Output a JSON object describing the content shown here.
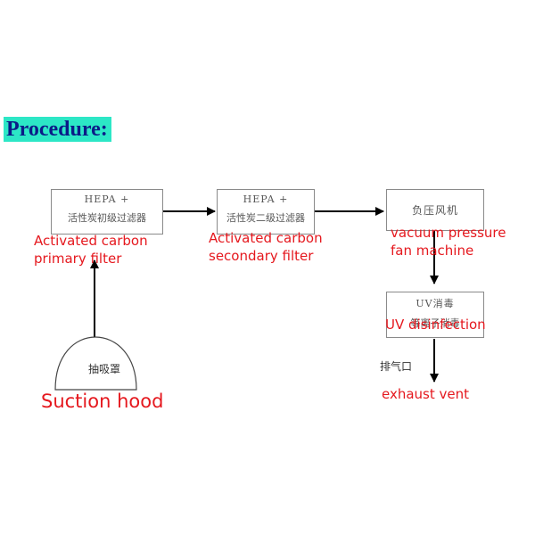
{
  "title": "Procedure:",
  "nodes": {
    "primary": {
      "cn_line1": "HEPA +",
      "cn_line2": "活性炭初级过滤器",
      "en_line1": "Activated carbon",
      "en_line2": "primary filter"
    },
    "secondary": {
      "cn_line1": "HEPA +",
      "cn_line2": "活性炭二级过滤器",
      "en_line1": "Activated carbon",
      "en_line2": "secondary filter"
    },
    "fan": {
      "cn": "负压风机",
      "en_line1": "vacuum pressure",
      "en_line2": "fan machine"
    },
    "uv": {
      "cn_line1": "UV消毒",
      "cn_line2": "等离子消毒",
      "en": "UV disinfection"
    },
    "hood": {
      "cn": "抽吸罩",
      "en": "Suction hood"
    },
    "vent": {
      "cn": "排气口",
      "en": "exhaust vent"
    }
  },
  "colors": {
    "title_bg": "#2ce7c6",
    "title_text": "#0b1b87",
    "annotation": "#e5181e",
    "line": "#000000"
  }
}
